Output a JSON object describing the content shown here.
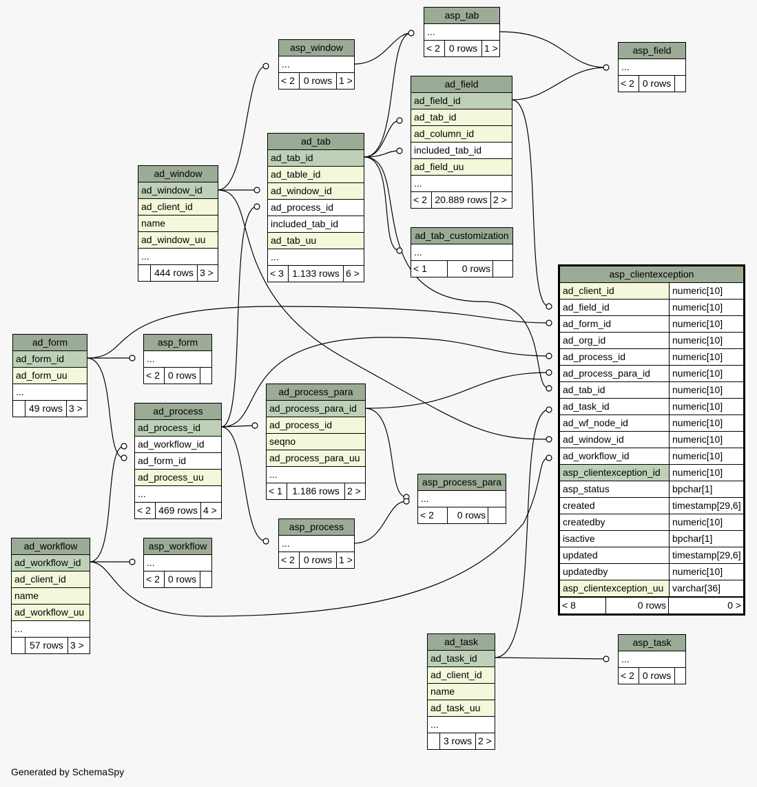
{
  "tables": {
    "asp_tab": {
      "name": "asp_tab",
      "rows": [
        "..."
      ],
      "footer": [
        "< 2",
        "0 rows",
        "1 >"
      ]
    },
    "asp_window": {
      "name": "asp_window",
      "rows": [
        "..."
      ],
      "footer": [
        "< 2",
        "0 rows",
        "1 >"
      ]
    },
    "asp_field": {
      "name": "asp_field",
      "rows": [
        "..."
      ],
      "footer": [
        "< 2",
        "0 rows",
        ""
      ]
    },
    "ad_field": {
      "name": "ad_field",
      "rows": [
        "ad_field_id",
        "ad_tab_id",
        "ad_column_id",
        "included_tab_id",
        "ad_field_uu",
        "..."
      ],
      "footer": [
        "< 2",
        "20.889 rows",
        "2 >"
      ]
    },
    "ad_tab": {
      "name": "ad_tab",
      "rows": [
        "ad_tab_id",
        "ad_table_id",
        "ad_window_id",
        "ad_process_id",
        "included_tab_id",
        "ad_tab_uu",
        "..."
      ],
      "footer": [
        "< 3",
        "1.133 rows",
        "6 >"
      ]
    },
    "ad_window": {
      "name": "ad_window",
      "rows": [
        "ad_window_id",
        "ad_client_id",
        "name",
        "ad_window_uu",
        "..."
      ],
      "footer": [
        "",
        "444 rows",
        "3 >"
      ]
    },
    "ad_tab_customization": {
      "name": "ad_tab_customization",
      "rows": [
        "..."
      ],
      "footer": [
        "< 1",
        "0 rows",
        ""
      ]
    },
    "ad_form": {
      "name": "ad_form",
      "rows": [
        "ad_form_id",
        "ad_form_uu",
        "..."
      ],
      "footer": [
        "",
        "49 rows",
        "3 >"
      ]
    },
    "asp_form": {
      "name": "asp_form",
      "rows": [
        "..."
      ],
      "footer": [
        "< 2",
        "0 rows",
        ""
      ]
    },
    "ad_process": {
      "name": "ad_process",
      "rows": [
        "ad_process_id",
        "ad_workflow_id",
        "ad_form_id",
        "ad_process_uu",
        "..."
      ],
      "footer": [
        "< 2",
        "469 rows",
        "4 >"
      ]
    },
    "ad_process_para": {
      "name": "ad_process_para",
      "rows": [
        "ad_process_para_id",
        "ad_process_id",
        "seqno",
        "ad_process_para_uu",
        "..."
      ],
      "footer": [
        "< 1",
        "1.186 rows",
        "2 >"
      ]
    },
    "asp_process_para": {
      "name": "asp_process_para",
      "rows": [
        "..."
      ],
      "footer": [
        "< 2",
        "0 rows",
        ""
      ]
    },
    "asp_process": {
      "name": "asp_process",
      "rows": [
        "..."
      ],
      "footer": [
        "< 2",
        "0 rows",
        "1 >"
      ]
    },
    "ad_workflow": {
      "name": "ad_workflow",
      "rows": [
        "ad_workflow_id",
        "ad_client_id",
        "name",
        "ad_workflow_uu",
        "..."
      ],
      "footer": [
        "",
        "57 rows",
        "3 >"
      ]
    },
    "asp_workflow": {
      "name": "asp_workflow",
      "rows": [
        "..."
      ],
      "footer": [
        "< 2",
        "0 rows",
        ""
      ]
    },
    "ad_task": {
      "name": "ad_task",
      "rows": [
        "ad_task_id",
        "ad_client_id",
        "name",
        "ad_task_uu",
        "..."
      ],
      "footer": [
        "",
        "3 rows",
        "2 >"
      ]
    },
    "asp_task": {
      "name": "asp_task",
      "rows": [
        "..."
      ],
      "footer": [
        "< 2",
        "0 rows",
        ""
      ]
    }
  },
  "focus": {
    "name": "asp_clientexception",
    "columns": [
      {
        "name": "ad_client_id",
        "type": "numeric[10]"
      },
      {
        "name": "ad_field_id",
        "type": "numeric[10]"
      },
      {
        "name": "ad_form_id",
        "type": "numeric[10]"
      },
      {
        "name": "ad_org_id",
        "type": "numeric[10]"
      },
      {
        "name": "ad_process_id",
        "type": "numeric[10]"
      },
      {
        "name": "ad_process_para_id",
        "type": "numeric[10]"
      },
      {
        "name": "ad_tab_id",
        "type": "numeric[10]"
      },
      {
        "name": "ad_task_id",
        "type": "numeric[10]"
      },
      {
        "name": "ad_wf_node_id",
        "type": "numeric[10]"
      },
      {
        "name": "ad_window_id",
        "type": "numeric[10]"
      },
      {
        "name": "ad_workflow_id",
        "type": "numeric[10]"
      },
      {
        "name": "asp_clientexception_id",
        "type": "numeric[10]"
      },
      {
        "name": "asp_status",
        "type": "bpchar[1]"
      },
      {
        "name": "created",
        "type": "timestamp[29,6]"
      },
      {
        "name": "createdby",
        "type": "numeric[10]"
      },
      {
        "name": "isactive",
        "type": "bpchar[1]"
      },
      {
        "name": "updated",
        "type": "timestamp[29,6]"
      },
      {
        "name": "updatedby",
        "type": "numeric[10]"
      },
      {
        "name": "asp_clientexception_uu",
        "type": "varchar[36]"
      }
    ],
    "footer": [
      "< 8",
      "0 rows",
      "0 >"
    ]
  },
  "credit": "Generated by SchemaSpy",
  "colors": {
    "header": "#9bab96",
    "primary_key": "#bed1b8",
    "indexed": "#f4f7da",
    "background": "#f7f7f7"
  }
}
